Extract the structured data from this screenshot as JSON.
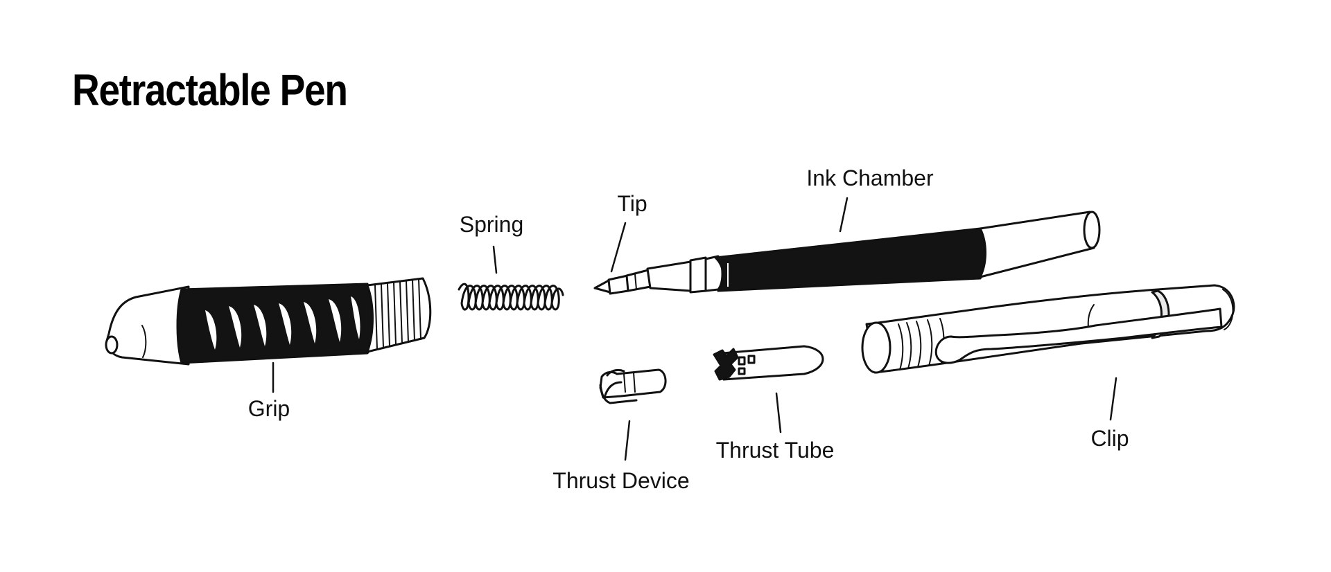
{
  "title": "Retractable Pen",
  "labels": {
    "grip": "Grip",
    "spring": "Spring",
    "tip": "Tip",
    "ink_chamber": "Ink Chamber",
    "thrust_device": "Thrust Device",
    "thrust_tube": "Thrust Tube",
    "clip": "Clip"
  }
}
